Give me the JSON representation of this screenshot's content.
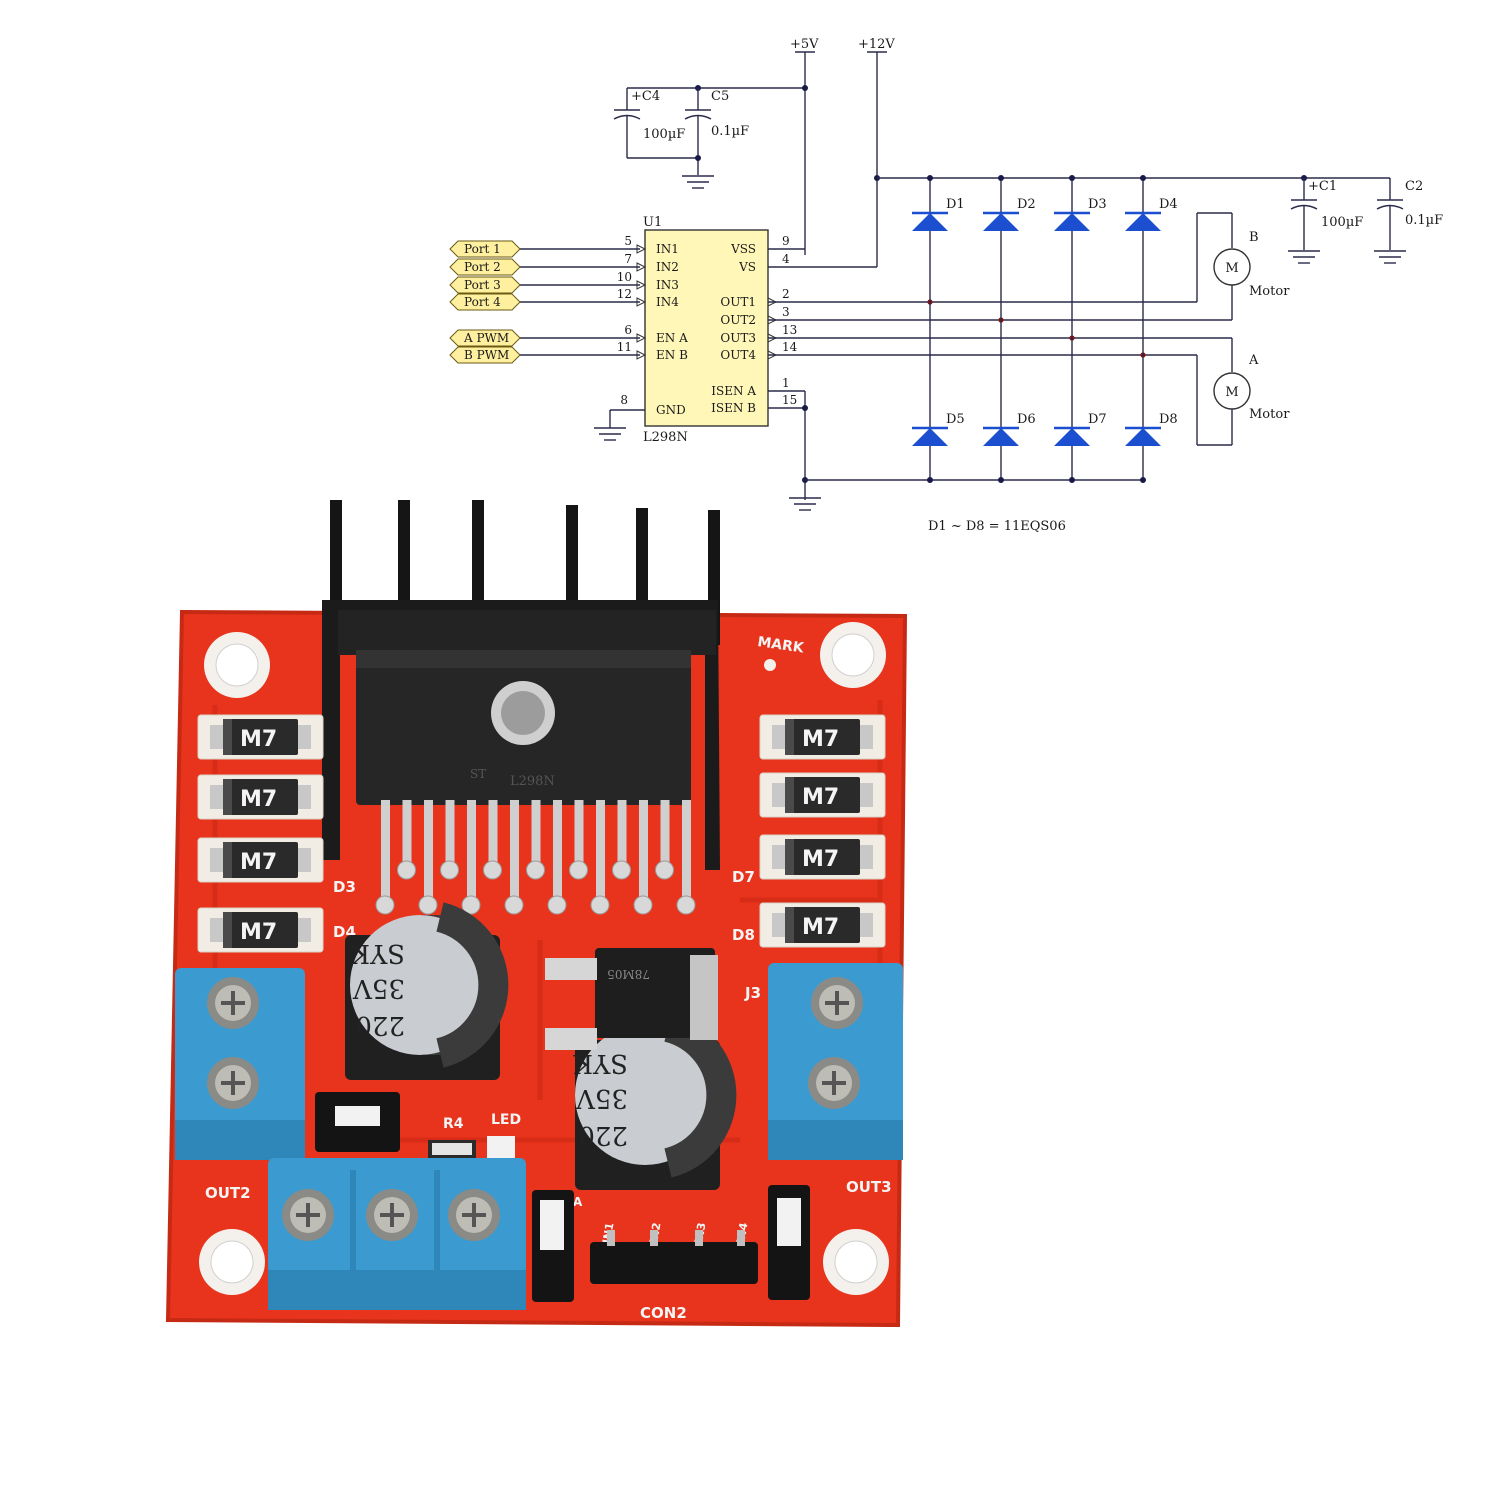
{
  "schematic": {
    "rail_5v": "+5V",
    "rail_12v": "+12V",
    "ic_ref": "U1",
    "ic_part": "L298N",
    "left_pins": [
      {
        "name": "IN1",
        "num": "5"
      },
      {
        "name": "IN2",
        "num": "7"
      },
      {
        "name": "IN3",
        "num": "10"
      },
      {
        "name": "IN4",
        "num": "12"
      },
      {
        "name": "EN A",
        "num": "6"
      },
      {
        "name": "EN B",
        "num": "11"
      },
      {
        "name": "GND",
        "num": "8"
      }
    ],
    "right_pins": [
      {
        "name": "VSS",
        "num": "9"
      },
      {
        "name": "VS",
        "num": "4"
      },
      {
        "name": "OUT1",
        "num": "2"
      },
      {
        "name": "OUT2",
        "num": "3"
      },
      {
        "name": "OUT3",
        "num": "13"
      },
      {
        "name": "OUT4",
        "num": "14"
      },
      {
        "name": "ISEN A",
        "num": "1"
      },
      {
        "name": "ISEN B",
        "num": "15"
      }
    ],
    "ports": [
      "Port 1",
      "Port 2",
      "Port 3",
      "Port 4",
      "A PWM",
      "B PWM"
    ],
    "capacitors": [
      {
        "ref": "C4",
        "value": "100µF",
        "polar": "+"
      },
      {
        "ref": "C5",
        "value": "0.1µF",
        "polar": ""
      },
      {
        "ref": "C1",
        "value": "100µF",
        "polar": "+"
      },
      {
        "ref": "C2",
        "value": "0.1µF",
        "polar": ""
      }
    ],
    "diodes_top": [
      "D1",
      "D2",
      "D3",
      "D4"
    ],
    "diodes_bottom": [
      "D5",
      "D6",
      "D7",
      "D8"
    ],
    "motor_symbol": "M",
    "motor_b": {
      "tag": "B",
      "label": "Motor"
    },
    "motor_a": {
      "tag": "A",
      "label": "Motor"
    },
    "diode_note": "D1 ~  D8 = 11EQS06"
  },
  "board": {
    "diode_marking": "M7",
    "silk_mark": "MARK",
    "silk_labels": {
      "d3": "D3",
      "d4": "D4",
      "d7": "D7",
      "d8": "D8",
      "j3": "J3",
      "r4": "R4",
      "led": "LED",
      "out2": "OUT2",
      "out3": "OUT3",
      "con2": "CON2",
      "ena": "A",
      "in1": "IN1",
      "in2": "IN2",
      "in3": "IN3",
      "in4": "IN4"
    },
    "cap_text": {
      "line1": "SYK",
      "line2": "35V",
      "line3": "220"
    },
    "regulator_text": "78M05",
    "driver_text": [
      "L298N",
      "ST"
    ],
    "colors": {
      "pcb": "#e8341c",
      "terminal": "#3b9bd0",
      "heatsink": "#151515",
      "diode_body": "#2a2a2a",
      "cap_body": "#c9ccd0"
    }
  }
}
